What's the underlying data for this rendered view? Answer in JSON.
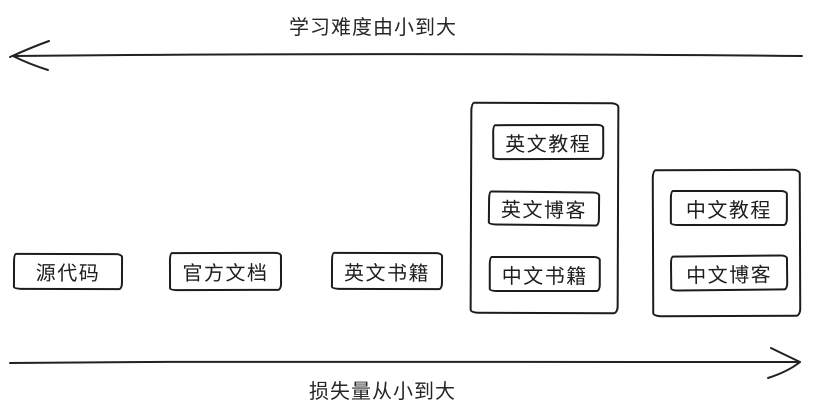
{
  "colors": {
    "ink": "#1e1e1e",
    "background": "#ffffff"
  },
  "top_axis": {
    "label": "学习难度由小到大",
    "direction": "left"
  },
  "bottom_axis": {
    "label": "损失量从小到大",
    "direction": "right"
  },
  "boxes": [
    {
      "id": "source-code",
      "label": "源代码"
    },
    {
      "id": "official-docs",
      "label": "官方文档"
    },
    {
      "id": "english-books",
      "label": "英文书籍"
    }
  ],
  "groups": [
    {
      "id": "group-english-plus",
      "items": [
        {
          "id": "english-tutorials",
          "label": "英文教程"
        },
        {
          "id": "english-blogs",
          "label": "英文博客"
        },
        {
          "id": "chinese-books",
          "label": "中文书籍"
        }
      ]
    },
    {
      "id": "group-chinese",
      "items": [
        {
          "id": "chinese-tutorials",
          "label": "中文教程"
        },
        {
          "id": "chinese-blogs",
          "label": "中文博客"
        }
      ]
    }
  ]
}
